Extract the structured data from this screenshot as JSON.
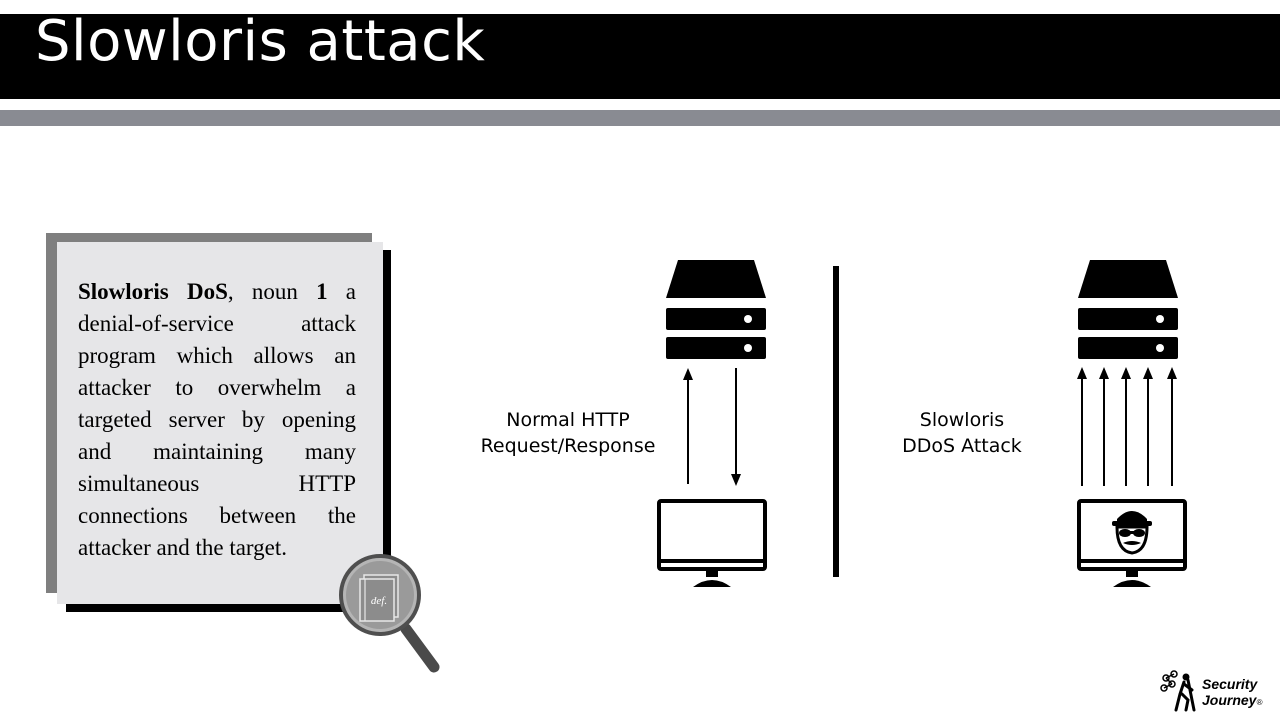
{
  "slide": {
    "title": "Slowloris attack"
  },
  "definition": {
    "term": "Slowloris DoS",
    "pos_text": ", noun ",
    "sense_number": "1",
    "body": " a denial-of-service attack program which allows an attacker to overwhelm a targeted server by opening and maintaining many simultaneous HTTP connections between the attacker and the target.",
    "badge": "def."
  },
  "diagram": {
    "normal_label_line1": "Normal HTTP",
    "normal_label_line2": "Request/Response",
    "attack_label_line1": "Slowloris",
    "attack_label_line2": "DDoS Attack"
  },
  "logo": {
    "line1": "Security",
    "line2": "Journey",
    "mark": "®"
  },
  "icons": [
    "server-icon",
    "monitor-icon",
    "hacker-icon",
    "magnifier-icon",
    "book-icon",
    "hiker-logo-icon"
  ]
}
